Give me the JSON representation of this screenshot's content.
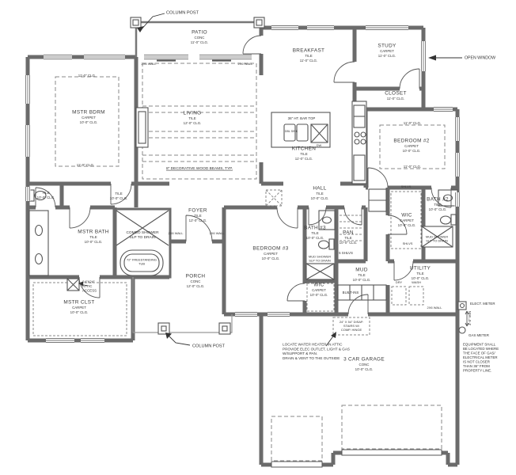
{
  "drawing": {
    "kind": "residential floor plan"
  },
  "colors": {
    "paper": "#ffffff",
    "wall": "#6b6b6b",
    "line": "#555555",
    "text": "#333333"
  },
  "rooms": [
    {
      "id": "patio",
      "name": "PATIO",
      "floor": "CONC",
      "ceiling": "11'-0\" CLG."
    },
    {
      "id": "mstr_bdrm",
      "name": "MSTR BDRM",
      "floor": "CARPET",
      "ceiling": "10'-0\" CLG."
    },
    {
      "id": "living",
      "name": "LIVING",
      "floor": "TILE",
      "ceiling": "12'-0\" CLG."
    },
    {
      "id": "breakfast",
      "name": "BREAKFAST",
      "floor": "TILE",
      "ceiling": "11'-0\" CLG."
    },
    {
      "id": "study",
      "name": "STUDY",
      "floor": "CARPET",
      "ceiling": "11'-0\" CLG."
    },
    {
      "id": "closet",
      "name": "CLOSET",
      "floor": "",
      "ceiling": "11'-0\" CLG."
    },
    {
      "id": "kitchen",
      "name": "KITCHEN",
      "floor": "TILE",
      "ceiling": "11'-0\" CLG."
    },
    {
      "id": "bedroom2",
      "name": "BEDROOM #2",
      "floor": "CARPET",
      "ceiling": "10'-0\" CLG."
    },
    {
      "id": "hall",
      "name": "HALL",
      "floor": "TILE",
      "ceiling": "10'-0\" CLG."
    },
    {
      "id": "foyer",
      "name": "FOYER",
      "floor": "TILE",
      "ceiling": "12'-0\" CLG."
    },
    {
      "id": "mstr_bath",
      "name": "MSTR BATH",
      "floor": "TILE",
      "ceiling": "10'-0\" CLG."
    },
    {
      "id": "bedroom3",
      "name": "BEDROOM #3",
      "floor": "CARPET",
      "ceiling": "10'-0\" CLG."
    },
    {
      "id": "bath3",
      "name": "BATH #3",
      "floor": "TILE",
      "ceiling": "10'-0\" CLG."
    },
    {
      "id": "pan",
      "name": "PAN",
      "floor": "TILE",
      "ceiling": "10'-0\" CLG."
    },
    {
      "id": "wic2",
      "name": "WIC",
      "floor": "CARPET",
      "ceiling": "10'-0\" CLG."
    },
    {
      "id": "bath2",
      "name": "BATH #2",
      "floor": "TILE",
      "ceiling": "10'-0\" CLG."
    },
    {
      "id": "mud",
      "name": "MUD",
      "floor": "TILE",
      "ceiling": "10'-0\" CLG."
    },
    {
      "id": "utility",
      "name": "UTILITY",
      "floor": "TILE",
      "ceiling": "10'-0\" CLG."
    },
    {
      "id": "wic3",
      "name": "WIC",
      "floor": "CARPET",
      "ceiling": "10'-0\" CLG."
    },
    {
      "id": "mstr_clst",
      "name": "MSTR CLST",
      "floor": "CARPET",
      "ceiling": "10'-0\" CLG."
    },
    {
      "id": "porch",
      "name": "PORCH",
      "floor": "CONC",
      "ceiling": "12'-0\" CLG."
    },
    {
      "id": "garage",
      "name": "3 CAR GARAGE",
      "floor": "CONC",
      "ceiling": "10'-0\" CLG."
    },
    {
      "id": "wc",
      "name": "",
      "floor": "TILE",
      "ceiling": "10'-0\" CLG."
    },
    {
      "id": "vest",
      "name": "",
      "floor": "TILE",
      "ceiling": "10'-0\" CLG."
    }
  ],
  "annotations": [
    {
      "id": "column_post_top",
      "lines": [
        "COLUMN POST"
      ]
    },
    {
      "id": "open_window",
      "lines": [
        "OPEN WINDOW"
      ]
    },
    {
      "id": "column_post_btm",
      "lines": [
        "COLUMN POST"
      ]
    },
    {
      "id": "beams_note",
      "lines": [
        "8\" DECORATIVE WOOD BEAMS, TYP."
      ]
    },
    {
      "id": "bar_top",
      "lines": [
        "36\" HT. BAR TOP"
      ]
    },
    {
      "id": "dbl_sink",
      "lines": [
        "DBL SINK"
      ]
    },
    {
      "id": "dw",
      "lines": [
        "DW"
      ]
    },
    {
      "id": "combo_shower",
      "lines": [
        "COMBO SHOWER",
        "SLP TO DRAIN"
      ]
    },
    {
      "id": "tub_label",
      "lines": [
        "72\" FREESTANDING",
        "TUB"
      ]
    },
    {
      "id": "mud_shower3",
      "lines": [
        "MUD SHOWER",
        "SLP TO DRAIN"
      ]
    },
    {
      "id": "mud_shower2",
      "lines": [
        "MUD SHOWER",
        "SLP TO DRAIN"
      ]
    },
    {
      "id": "attic_access",
      "lines": [
        "24\"X24\"",
        "ATTIC",
        "ACCESS"
      ]
    },
    {
      "id": "attic_stairs",
      "lines": [
        "24\" X 54\" DISAP.",
        "STAIRS W/",
        "COMP. HINGE"
      ]
    },
    {
      "id": "wh_note",
      "lines": [
        "LOCATE WATER HEATER IN ATTIC",
        "PROVIDE ELEC OUTLET, LIGHT & GAS",
        "W/SUPPORT & PAN.",
        "DRAIN & VENT TO THE OUTSIDE"
      ]
    },
    {
      "id": "elect_meter",
      "lines": [
        "ELECT. METER"
      ]
    },
    {
      "id": "gas_meter",
      "lines": [
        "GAS METER"
      ]
    },
    {
      "id": "meter_dim",
      "lines": [
        "3'-0\" MIN"
      ]
    },
    {
      "id": "equip_note",
      "lines": [
        "EQUIPMENT SHALL",
        "BE LOCATED WHERE",
        "THE FACE OF GAS/",
        "ELECTRICAL METER",
        "IS NOT CLOSER",
        "THAN 36\" FROM",
        "PROPERTY LINE."
      ]
    },
    {
      "id": "wall26_a",
      "lines": [
        "2X6 WALL"
      ]
    },
    {
      "id": "wall26_b",
      "lines": [
        "2X6 WALL"
      ]
    },
    {
      "id": "wall26_c",
      "lines": [
        "2X6 WALL"
      ]
    },
    {
      "id": "wall26_d",
      "lines": [
        "2X6 WALL"
      ]
    },
    {
      "id": "wall26_e",
      "lines": [
        "2X6 WALL"
      ]
    },
    {
      "id": "shlvs_top",
      "lines": [
        "SHLVS"
      ]
    },
    {
      "id": "shlvs_btm",
      "lines": [
        "SHLVS"
      ]
    },
    {
      "id": "shlvs5",
      "lines": [
        "5 SHLVS"
      ]
    },
    {
      "id": "builtins",
      "lines": [
        "BUILT-INS"
      ]
    },
    {
      "id": "dry",
      "lines": [
        "DRY"
      ]
    },
    {
      "id": "wash",
      "lines": [
        "WASH"
      ]
    },
    {
      "id": "tray_m_top",
      "lines": [
        "11'-0\" CLG."
      ]
    },
    {
      "id": "tray_m_btm",
      "lines": [
        "11'-0\" CLG."
      ]
    },
    {
      "id": "tray_b2_top",
      "lines": [
        "11'-0\" CLG."
      ]
    },
    {
      "id": "tray_b2_btm",
      "lines": [
        "11'-0\" CLG."
      ]
    }
  ]
}
